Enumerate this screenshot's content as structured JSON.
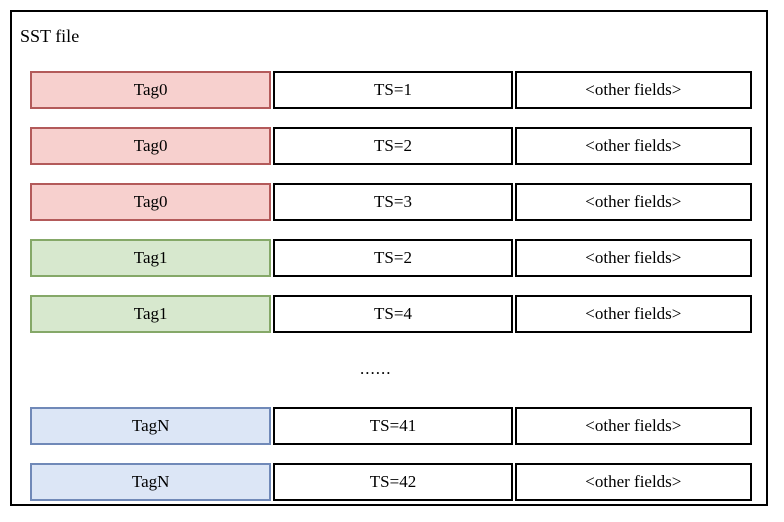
{
  "diagram": {
    "title": "SST file",
    "columns": [
      "tag",
      "timestamp",
      "other"
    ],
    "colors": {
      "tag0_fill": "#f7d0ce",
      "tag0_border": "#b35a5a",
      "tag1_fill": "#d7e8ce",
      "tag1_border": "#85a868",
      "tagN_fill": "#dce6f6",
      "tagN_border": "#7089b8",
      "cell_border": "#000000",
      "panel_border": "#000000",
      "background": "#ffffff"
    },
    "rows": [
      {
        "tag": "Tag0",
        "timestamp": "TS=1",
        "other": "<other fields>",
        "color": "pink"
      },
      {
        "tag": "Tag0",
        "timestamp": "TS=2",
        "other": "<other fields>",
        "color": "pink"
      },
      {
        "tag": "Tag0",
        "timestamp": "TS=3",
        "other": "<other fields>",
        "color": "pink"
      },
      {
        "tag": "Tag1",
        "timestamp": "TS=2",
        "other": "<other fields>",
        "color": "green"
      },
      {
        "tag": "Tag1",
        "timestamp": "TS=4",
        "other": "<other fields>",
        "color": "green"
      },
      {
        "tag": "TagN",
        "timestamp": "TS=41",
        "other": "<other fields>",
        "color": "blue"
      },
      {
        "tag": "TagN",
        "timestamp": "TS=42",
        "other": "<other fields>",
        "color": "blue"
      }
    ],
    "ellipsis": {
      "label": "......",
      "after_row_index": 4
    }
  }
}
